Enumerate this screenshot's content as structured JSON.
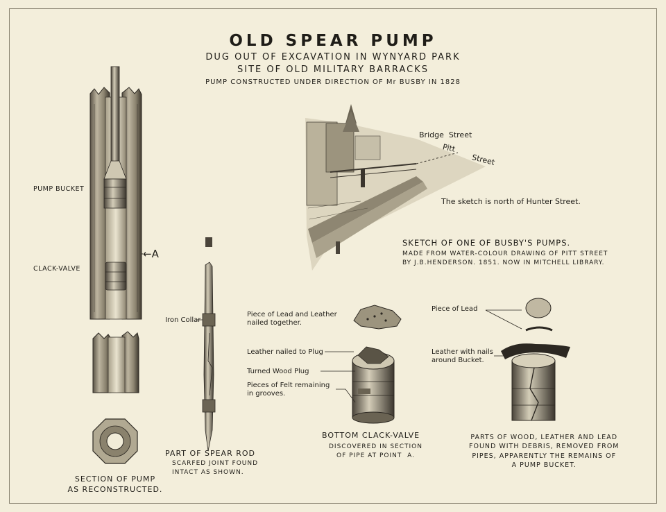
{
  "title": "OLD SPEAR PUMP",
  "subtitle1": "DUG OUT OF EXCAVATION IN WYNYARD PARK",
  "subtitle2": "SITE OF OLD MILITARY BARRACKS",
  "subtitle3": "PUMP CONSTRUCTED UNDER DIRECTION OF Mr BUSBY IN 1828",
  "pump_labels": {
    "bucket": "PUMP BUCKET",
    "clack": "CLACK-VALVE",
    "pointer": "←A"
  },
  "section_caption": "SECTION OF PUMP\nAS RECONSTRUCTED.",
  "rod": {
    "collar": "Iron Collar",
    "caption": "PART OF SPEAR ROD",
    "note": "SCARFED JOINT FOUND\nINTACT AS SHOWN."
  },
  "sketch": {
    "bridge_street": "Bridge  Street",
    "pitt": "Pitt",
    "street": "Street",
    "note": "The sketch is north of Hunter Street.",
    "caption": "SKETCH OF ONE OF BUSBY'S PUMPS.",
    "caption_note": "MADE FROM WATER-COLOUR DRAWING OF PITT STREET\nBY J.B.HENDERSON. 1851. NOW IN MITCHELL LIBRARY."
  },
  "clack_valve": {
    "lead_leather": "Piece of Lead and Leather\nnailed together.",
    "leather_plug": "Leather nailed to Plug",
    "wood_plug": "Turned Wood Plug",
    "felt": "Pieces of Felt remaining\nin grooves.",
    "caption": "BOTTOM CLACK-VALVE",
    "caption_note": "DISCOVERED IN SECTION\nOF PIPE AT POINT  A."
  },
  "bucket_parts": {
    "lead": "Piece of Lead",
    "leather": "Leather with nails\naround Bucket.",
    "caption": "PARTS OF WOOD, LEATHER AND LEAD\nFOUND WITH DEBRIS, REMOVED FROM\nPIPES, APPARENTLY THE REMAINS OF\nA PUMP BUCKET."
  }
}
